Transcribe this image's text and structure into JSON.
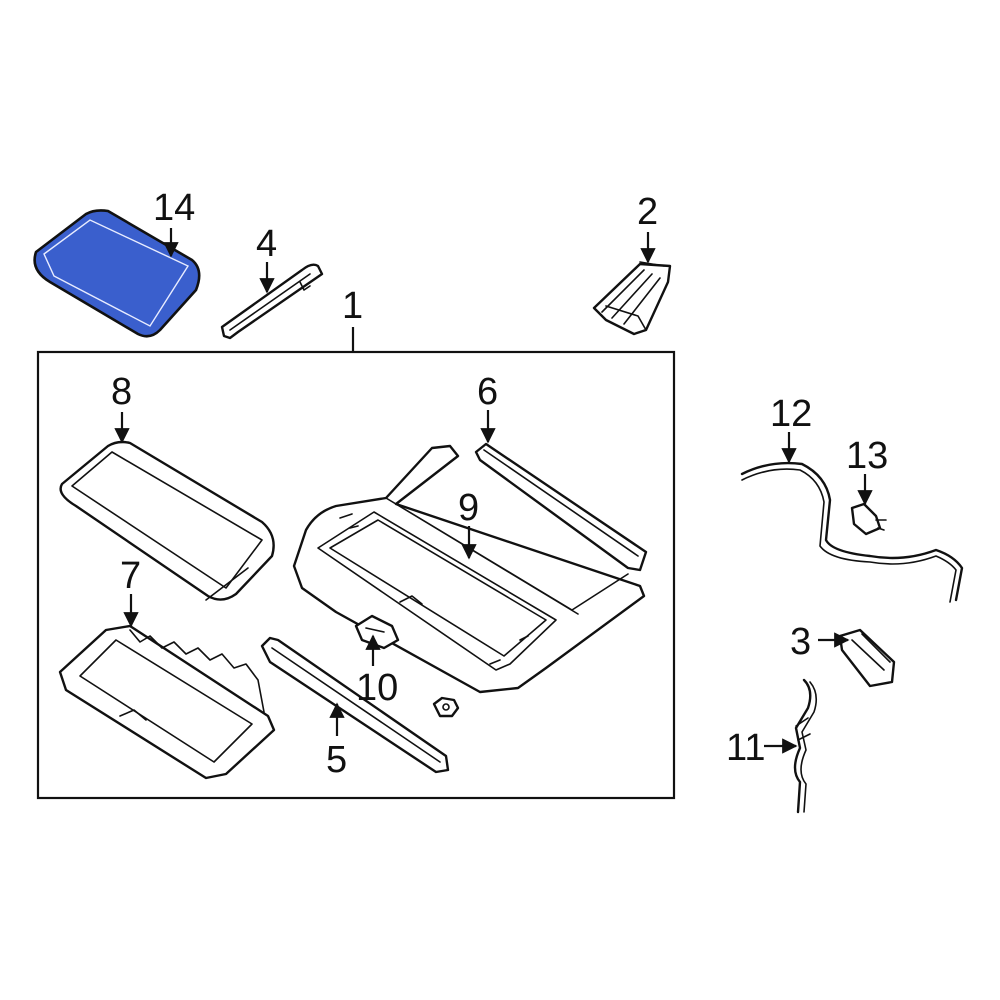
{
  "highlight_color": "#3a5fcd",
  "line_color": "#111111",
  "callouts": {
    "c1": "1",
    "c2": "2",
    "c3": "3",
    "c4": "4",
    "c5": "5",
    "c6": "6",
    "c7": "7",
    "c8": "8",
    "c9": "9",
    "c10": "10",
    "c11": "11",
    "c12": "12",
    "c13": "13",
    "c14": "14"
  }
}
